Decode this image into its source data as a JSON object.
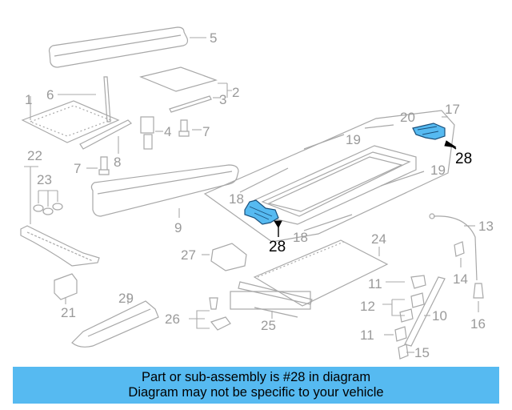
{
  "diagram": {
    "highlight_color": "#56baf1",
    "labels": {
      "p1": "1",
      "p2": "2",
      "p3": "3",
      "p4": "4",
      "p5": "5",
      "p6": "6",
      "p7a": "7",
      "p7b": "7",
      "p8": "8",
      "p9": "9",
      "p10": "10",
      "p11a": "11",
      "p11b": "11",
      "p12": "12",
      "p13": "13",
      "p14": "14",
      "p15": "15",
      "p16": "16",
      "p17": "17",
      "p18a": "18",
      "p18b": "18",
      "p19a": "19",
      "p19b": "19",
      "p20": "20",
      "p21": "21",
      "p22": "22",
      "p23": "23",
      "p24": "24",
      "p25": "25",
      "p26": "26",
      "p27": "27",
      "p28a": "28",
      "p28b": "28",
      "p29": "29"
    }
  },
  "banner": {
    "line1": "Part or sub-assembly is #28 in diagram",
    "line2": "Diagram may not be specific to your vehicle"
  }
}
